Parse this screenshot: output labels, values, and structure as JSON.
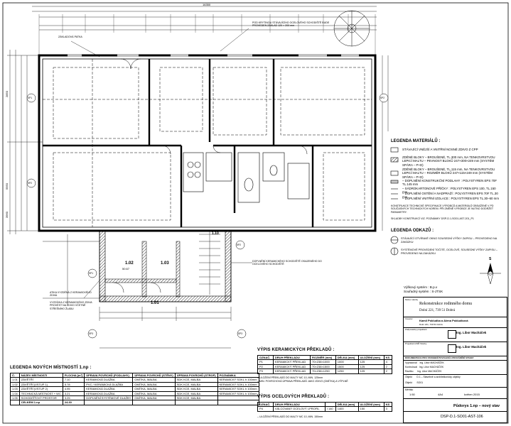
{
  "plan": {
    "north_label": "S",
    "axis_marks": [
      "SP1",
      "SP2",
      "SP2",
      "SP1",
      "SP2",
      "SP3",
      "SP3"
    ],
    "rooms": [
      {
        "id": "1.02",
        "area": "50.67"
      },
      {
        "id": "1.03",
        "area": ""
      },
      {
        "id": "1.01",
        "area": ""
      },
      {
        "id": "1.10",
        "area": ""
      },
      {
        "id": "1.02",
        "area": ""
      }
    ],
    "notes": [
      "POD KRYTINOU STÁVAJÍCÍHO OCELOVÉHO SCHODIŠTĚ BUDE PROVEDEN ZÁKLAD 120 × 200 mm",
      "ZÁKLADOVÁ PATKA",
      "DOPLNĚNÍ KERAMICKÉHO SCHODIŠTĚ OSAZENÉHO DO OCELOVÉHO SCHODIŠTĚ",
      "ATIKA VYZDĚNÁ Z KERAMICKÉHO ZDIVA",
      "VYZDÍVKA Z KERAMICKÉHO ZDIVA PROVÉST NA ZDIVO VČETNĚ STŘEŠNÍHO ŽLABU"
    ],
    "dims_top": "16350",
    "dims_left": [
      "2850",
      "5950",
      "3960"
    ]
  },
  "legend_materials": {
    "title": "LEGENDA MATERIÁLŮ :",
    "items": [
      "STÁVAJÍCÍ VNĚJŠÍ A VNITŘNÍ NOSNÉ ZDIVO Z CPP",
      "ZDĚNÉ BLOKY – BROUŠENÉ, TL.300 mm, NA TENKOVRSTVOU LEPICÍ MALTU – PEVNOST BLOKŮ 247×300×249 mm (SYSTÉM SPÁRA – P+D)",
      "ZDĚNÉ BLOKY – BROUŠENÉ, TL.115 mm, NA TENKOVRSTVOU LEPICÍ MALTU – ROZMĚR BLOKŮ 247×115×249 mm (SYSTÉM SPÁRA – P+D)",
      "– DOPLNĚNÍ KONSTRUKČNÍ PODLAHY : POLYSTYREN EPS 70F TL.145 mm",
      "– SÁDROKARTONOVÉ PŘÍČKY : POLYSTYREN EPS 100, TL.150 mm",
      "– DOPLNĚNÍ OSTĚNÍ A NADPRAŽÍ : POLYSTYREN EPS 70F TL.30 mm",
      "– DOPLNĚNÍ VNITŘNÍ IZOLACE : POLYSTYREN EPS TL.30–60 mm"
    ],
    "footnote": "KONSTRUKCE TECHNICKÉ SPECIFIKACE VÝROBCŮ A MATERIÁLŮ OBSAŽENÉ V PD SOUČASNÝCH TECHNICKÝCH NOREM. PŘI ZMĚNĚ VÝROBCE JE NUTNO DODRŽET PARAMETRY.",
    "footnote2": "SKLADBY KONSTRUKCÍ VIZ. POZNÁMKY   DSP-D.1-SO01-AST-201_P1"
  },
  "legend_marks": {
    "title": "LEGENDA ODKAZŮ :",
    "items": [
      "STÁVAJÍCÍ OTVÍRAVÉ OKNO SOUSEDNÍ VÝŠKY ZAPISU – PROVEDENO NA ZAKÁZKU",
      "SYSTÉMOVÉ PROVEDENÍ TOČITÉ, OCELOVÉ, SOUSEDNÍ VÝŠKY ZAPISU – PROVEDENO NA ZAKÁZKU"
    ]
  },
  "height_system": {
    "label1": "Výškový systém :",
    "value1": "B.p.v",
    "label2": "Souřadný systém :",
    "value2": "S-JTSK"
  },
  "title_block": {
    "name_label": "Název stavby",
    "project": "Rekonstrukce rodinného domu",
    "address": "Dolní 221, 739 51 Dobrá",
    "investor_label": "Investor",
    "investor": "Kamil Pokludka a Alena Pokludková",
    "investor_addr": "Dolní 221, 739 51 Dobrá",
    "responsible_label": "Zodpovědný projektant",
    "architect1": "Ing. Libor Macháček",
    "architect2": "Ing. Libor Macháček",
    "project_manager_label": "Projektant ASŘ Stavby",
    "office": "DOKUMENTACE PRO STAVEBNÍ POVOLENÍ A PROVÁDĚNÍ STAVBY",
    "rows": [
      [
        "Vypracoval",
        "Ing. Libor MACHÁČEK"
      ],
      [
        "Kontroloval",
        "Ing. Libor MACHÁČEK"
      ],
      [
        "Razítko",
        "Ing. Libor MACHÁČEK"
      ],
      [
        "Objekt",
        "D.1 – Stavebně a architektonicky objekty"
      ],
      [
        "Objekt",
        "SO01"
      ],
      [
        "Měřítko",
        "1:50"
      ]
    ],
    "format": "4A4",
    "date": "květen 2015",
    "drawing_name": "Půdorys 1.np – nový stav",
    "drawing_no": "DSP-D.1-SO01-AST-106"
  },
  "room_table": {
    "title": "LEGENDA NOVÝCH MÍSTNOSTÍ 1.np :",
    "headers": [
      "Č.",
      "NÁZEV MÍSTNOSTI",
      "PLOCHA [m²]",
      "ÚPRAVA POVRCHŮ (PODLAHY)",
      "ÚPRAVA POVRCHŮ (STĚNY)",
      "ÚPRAVA POVRCHŮ (STROP)",
      "POZNÁMKA"
    ],
    "rows": [
      [
        "1.01",
        "ZÁVĚTŘÍ",
        "7.10",
        "KERAMICKÁ DLAŽBA",
        "OMÍTKA, MALBA",
        "SDK KCE, MALBA",
        "KERAMICKÝ SOKL h 100mm"
      ],
      [
        "1.02",
        "ZÁVĚTŘÍ (VSTUP 1)",
        "5.78",
        "PVC / KERAMICKÁ DLAŽBA",
        "OMÍTKA, MALBA",
        "SDK KCE, MALBA",
        "KERAMICKÝ SOKL h 100mm"
      ],
      [
        "1.03",
        "ZÁVĚTŘÍ (VSTUP 2)",
        "4.95",
        "KERAMICKÁ DLAŽBA",
        "OMÍTKA, MALBA",
        "SDK KCE, MALBA",
        "KERAMICKÝ SOKL h 100mm"
      ],
      [
        "1.04",
        "TECHNICKÁ MÍSTNOST + WC",
        "3.21",
        "KERAMICKÁ DLAŽBA",
        "OMÍTKA, MALBA",
        "SDK KCE, MALBA",
        "KERAMICKÝ SOKL h 100mm"
      ],
      [
        "1.05",
        "SCHODIŠŤOVÝ PROSTOR",
        "3.25",
        "DOPLNĚNÍ SYSTÉMOVÉ DLAŽBY",
        "OMÍTKA, MALBA",
        "SDK KCE, MALBA",
        ""
      ]
    ],
    "total_label": "CELKEM 1.np",
    "total": "24.30"
  },
  "ceramic_table": {
    "title": "VÝPIS KERAMICKÝCH PŘEKLADŮ :",
    "headers": [
      "OZNAČ.",
      "DRUH PŘEKLADU",
      "ROZMĚR (mm)",
      "DÉLKA (mm)",
      "ULOŽENÍ (mm)",
      "KS"
    ],
    "rows": [
      [
        "P1",
        "KERAMICKÝ PŘEKLAD",
        "70×238×1000",
        "1000",
        "125",
        "4"
      ],
      [
        "P2",
        "KERAMICKÝ PŘEKLAD",
        "70×238×1500",
        "1500",
        "125",
        "2"
      ],
      [
        "P3",
        "KERAMICKÝ PŘEKLAD",
        "70×238×1250",
        "1250",
        "125",
        "2"
      ]
    ],
    "note1": "– ULOŽENÍ PŘEKLADŮ DO MALTY MC 10, MIN. 125mm",
    "note2": "– MIN. POVRCHOVÁ ÚPRAVA PŘEKLADŮ JAKO ZDIVO (OMÍTKA) A VÝPLNĚ"
  },
  "steel_table": {
    "title": "VÝPIS OCELOVÝCH PŘEKLADŮ :",
    "headers": [
      "OZNAČ.",
      "DRUH PŘEKLADU",
      "",
      "DÉLKA (mm)",
      "ULOŽENÍ (mm)",
      "KS"
    ],
    "rows": [
      [
        "P4",
        "VÁLCOVANÝ OCELOVÝ I-PROFIL",
        "I 140",
        "1400",
        "150",
        "3"
      ]
    ],
    "note": "– ULOŽENÍ PŘEKLADŮ DO MALTY MC 10, MIN. 150mm"
  }
}
